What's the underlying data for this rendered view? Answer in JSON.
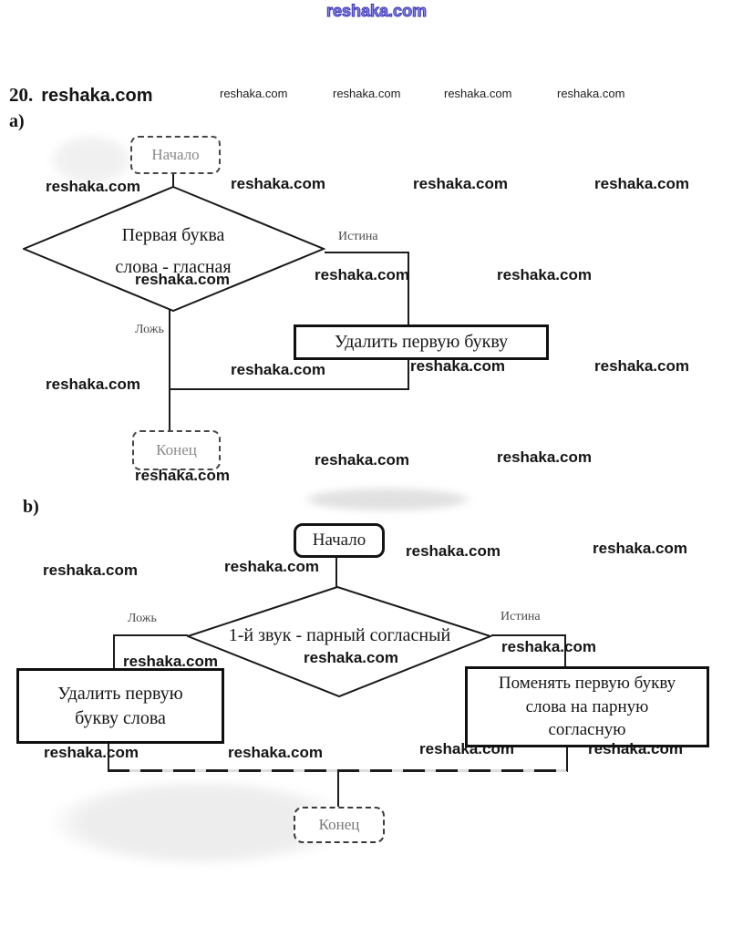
{
  "watermark": {
    "text": "reshaka.com"
  },
  "top_watermark": {
    "text": "reshaka.com",
    "color": "#3a35b8"
  },
  "heading": {
    "number": "20.",
    "watermark": "reshaka.com"
  },
  "section_a": {
    "label": "а)",
    "start_label": "Начало",
    "decision_line1": "Первая буква",
    "decision_line2": "слова - гласная",
    "branch_true": "Истина",
    "branch_false": "Ложь",
    "process_label": "Удалить первую букву",
    "end_label": "Конец"
  },
  "section_b": {
    "label": "b)",
    "start_label": "Начало",
    "decision": "1-й звук - парный согласный",
    "branch_true": "Истина",
    "branch_false": "Ложь",
    "process_false_line1": "Удалить первую",
    "process_false_line2": "букву слова",
    "process_true_line1": "Поменять первую букву",
    "process_true_line2": "слова на парную",
    "process_true_line3": "согласную",
    "end_label": "Конец"
  }
}
